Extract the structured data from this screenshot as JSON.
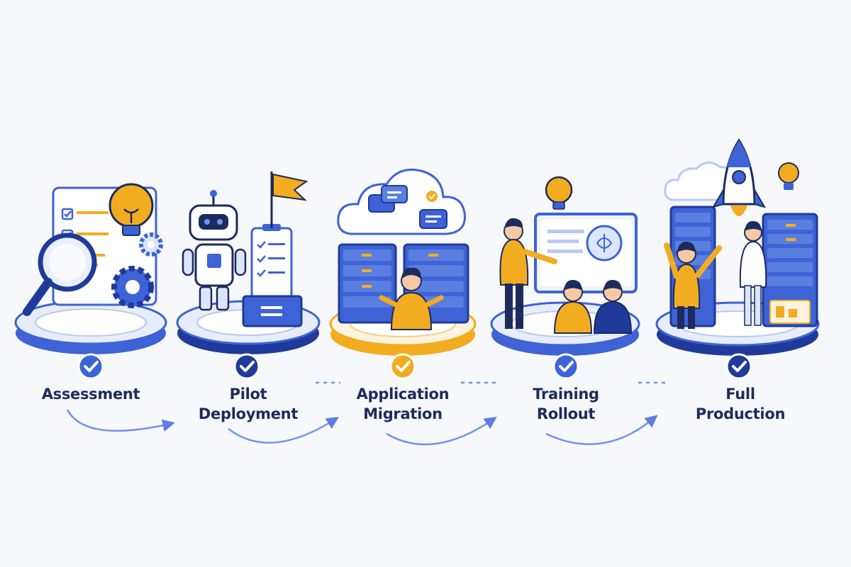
{
  "colors": {
    "primary": "#3d63d6",
    "dark_blue": "#1f3a9a",
    "accent": "#f2ac20",
    "outline": "#1d2b5c",
    "light_blue": "#dbe5fb",
    "background": "#f7f8fc"
  },
  "stages": [
    {
      "line1": "Assessment",
      "line2": "",
      "icon": "assessment-icon",
      "highlight": false
    },
    {
      "line1": "Pilot",
      "line2": "Deployment",
      "icon": "pilot-deployment-icon",
      "highlight": false
    },
    {
      "line1": "Application",
      "line2": "Migration",
      "icon": "application-migration-icon",
      "highlight": true
    },
    {
      "line1": "Training",
      "line2": "Rollout",
      "icon": "training-rollout-icon",
      "highlight": false
    },
    {
      "line1": "Full",
      "line2": "Production",
      "icon": "full-production-icon",
      "highlight": false
    }
  ]
}
